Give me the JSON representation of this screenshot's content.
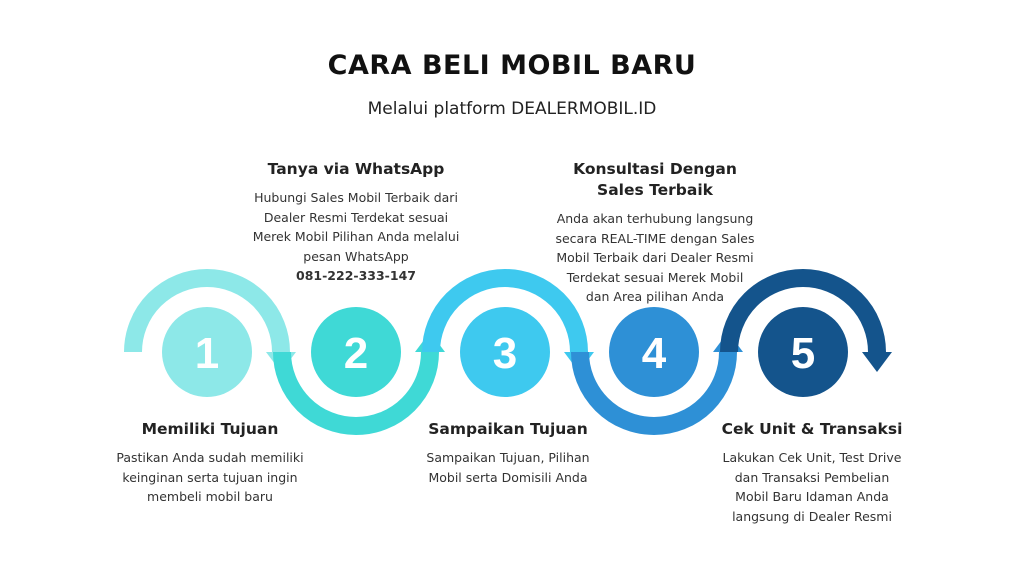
{
  "header": {
    "title": "CARA BELI MOBIL BARU",
    "subtitle": "Melalui platform DEALERMOBIL.ID"
  },
  "steps": [
    {
      "number": "1",
      "title": "Memiliki Tujuan",
      "description": "Pastikan Anda sudah memiliki keinginan serta tujuan ingin membeli mobil baru",
      "color": "#8de8e8"
    },
    {
      "number": "2",
      "title": "Tanya via WhatsApp",
      "description": "Hubungi Sales Mobil Terbaik dari Dealer Resmi Terdekat sesuai Merek Mobil Pilihan Anda melalui pesan WhatsApp",
      "phone": "081-222-333-147",
      "color": "#3fd9d6"
    },
    {
      "number": "3",
      "title": "Sampaikan Tujuan",
      "description": "Sampaikan Tujuan, Pilihan Mobil serta Domisili Anda",
      "color": "#3ec9ef"
    },
    {
      "number": "4",
      "title": "Konsultasi Dengan Sales Terbaik",
      "description": "Anda akan terhubung langsung secara REAL-TIME dengan Sales Mobil Terbaik dari Dealer Resmi Terdekat sesuai Merek Mobil dan Area pilihan Anda",
      "color": "#2e90d6"
    },
    {
      "number": "5",
      "title": "Cek Unit & Transaksi",
      "description": "Lakukan Cek Unit, Test Drive dan Transaksi Pembelian Mobil Baru Idaman Anda langsung di Dealer Resmi",
      "color": "#14548c"
    }
  ]
}
